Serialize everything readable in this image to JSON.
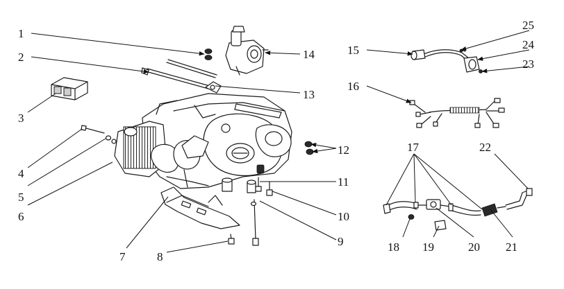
{
  "diagram": {
    "callouts": [
      "1",
      "2",
      "3",
      "4",
      "5",
      "6",
      "7",
      "8",
      "9",
      "10",
      "11",
      "12",
      "13",
      "14",
      "15",
      "16",
      "17",
      "18",
      "19",
      "20",
      "21",
      "22",
      "23",
      "24",
      "25"
    ]
  },
  "icons": {
    "engine": "engine-assembly-icon",
    "carburetor": "carburetor-icon",
    "wiring": "wiring-harness-icon",
    "fuel_line": "fuel-line-icon",
    "ignition_coil": "ignition-coil-icon",
    "skid_plate": "skid-plate-icon",
    "bolt": "bolt-icon",
    "nut": "nut-icon",
    "bushing": "rubber-bushing-icon",
    "filter": "fuel-filter-icon",
    "valve": "fuel-valve-icon"
  }
}
